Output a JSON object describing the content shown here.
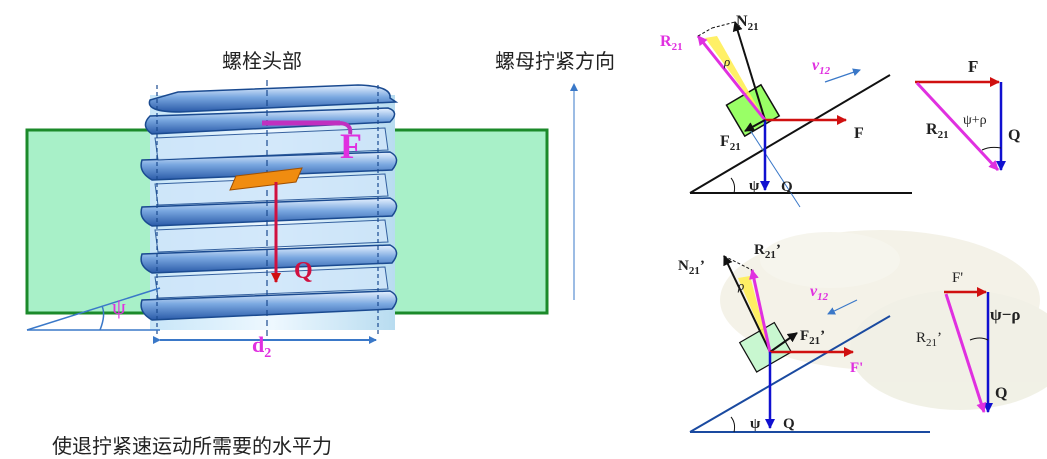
{
  "captions": {
    "bolt_head": "螺栓头部",
    "nut_direction": "螺母拧紧方向",
    "bottom_text": "使退拧紧速运动所需要的水平力"
  },
  "main_figure": {
    "force_F": "F",
    "force_Q": "Q",
    "angle_psi": "ψ",
    "diameter": "d",
    "diameter_sub": "2"
  },
  "tighten": {
    "N": "N",
    "N_sub": "21",
    "R": "R",
    "R_sub": "21",
    "v": "v",
    "v_sub": "12",
    "rho": "ρ",
    "F_fric": "F",
    "F_fric_sub": "21",
    "F": "F",
    "psi": "ψ",
    "Q": "Q"
  },
  "tighten_triangle": {
    "F": "F",
    "R": "R",
    "R_sub": "21",
    "angle": "ψ+ρ",
    "Q": "Q"
  },
  "loosen": {
    "N": "N",
    "N_sub": "21",
    "R": "R",
    "R_sub": "21",
    "v": "v",
    "v_sub": "12",
    "rho": "ρ",
    "F_fric": "F",
    "F_fric_sub": "21",
    "F": "F'",
    "psi": "ψ",
    "Q": "Q",
    "prime": "’"
  },
  "loosen_triangle": {
    "F": "F'",
    "angle": "ψ−ρ",
    "R": "R",
    "R_sub": "21",
    "Q": "Q",
    "prime": "’"
  },
  "colors": {
    "block_green": "#99ff66",
    "plate_green": "#a8f0c8",
    "thread_blue": "#3a78c8",
    "force_red": "#d01010",
    "resultant_magenta": "#e030e0",
    "vector_blue": "#1010d0"
  }
}
